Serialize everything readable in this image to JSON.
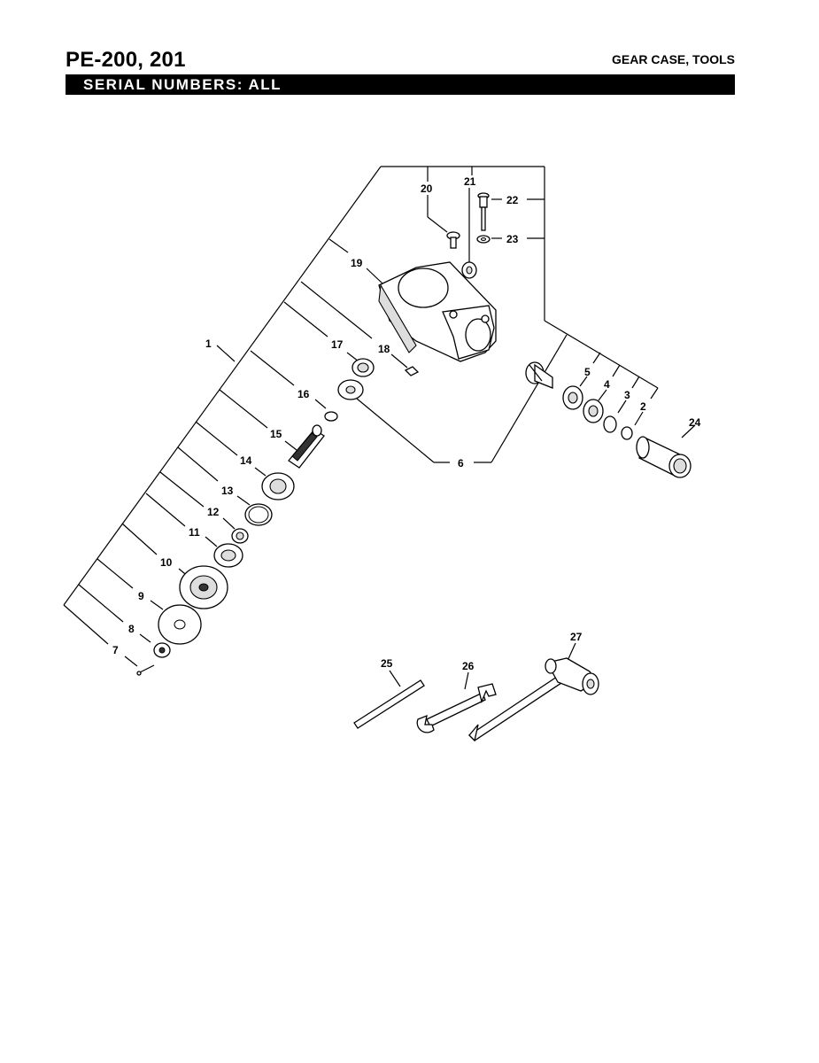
{
  "header": {
    "model": "PE-200, 201",
    "section": "GEAR CASE, TOOLS",
    "serial_band": "SERIAL NUMBERS: ALL"
  },
  "callouts": [
    "1",
    "2",
    "3",
    "4",
    "5",
    "6",
    "7",
    "8",
    "9",
    "10",
    "11",
    "12",
    "13",
    "14",
    "15",
    "16",
    "17",
    "18",
    "19",
    "20",
    "21",
    "22",
    "23",
    "24",
    "25",
    "26",
    "27"
  ]
}
